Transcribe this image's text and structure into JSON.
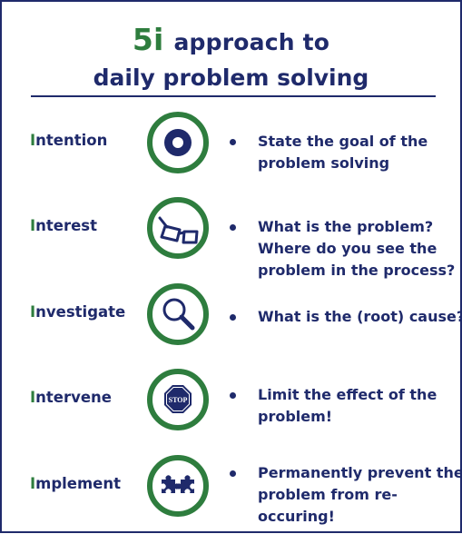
{
  "title": {
    "accent": "5i",
    "line1_rest": "approach to",
    "line2": "daily problem solving"
  },
  "colors": {
    "navy": "#1f2a6b",
    "green": "#2e7d3e"
  },
  "steps": [
    {
      "initial": "I",
      "rest": "ntention",
      "icon": "target-icon",
      "desc": [
        "State the goal of the",
        "problem solving"
      ]
    },
    {
      "initial": "I",
      "rest": "nterest",
      "icon": "glasses-icon",
      "desc": [
        "What is the problem?",
        "Where do you see the",
        "problem in the process?"
      ]
    },
    {
      "initial": "I",
      "rest": "nvestigate",
      "icon": "magnifier-icon",
      "desc": [
        "What is the (root) cause?"
      ]
    },
    {
      "initial": "I",
      "rest": "ntervene",
      "icon": "stop-sign-icon",
      "stop_label": "STOP",
      "desc": [
        "Limit the effect of the",
        "problem!"
      ]
    },
    {
      "initial": "I",
      "rest": "mplement",
      "icon": "puzzle-icon",
      "desc": [
        "Permanently prevent the",
        "problem from re-",
        "occuring!"
      ]
    }
  ]
}
